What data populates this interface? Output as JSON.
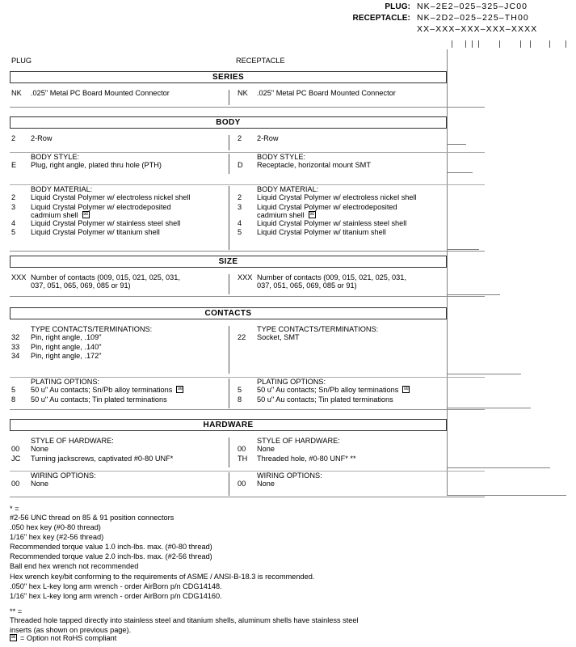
{
  "part_number_header": {
    "rows": [
      {
        "label": "PLUG:",
        "value": "NK–2E2–025–325–JC00"
      },
      {
        "label": "RECEPTACLE:",
        "value": "NK–2D2–025–225–TH00"
      },
      {
        "label": "",
        "value": "XX–XXX–XXX–XXX–XXXX"
      }
    ]
  },
  "column_captions": {
    "plug": "PLUG",
    "receptacle": "RECEPTACLE"
  },
  "rohs_symbol": "☒",
  "sections": [
    {
      "name": "series",
      "title": "SERIES",
      "groups": [
        {
          "name": "series-codes",
          "plug": {
            "title": "",
            "options": [
              {
                "code": "NK",
                "desc": ".025\" Metal PC Board Mounted Connector"
              }
            ]
          },
          "recep": {
            "title": "",
            "options": [
              {
                "code": "NK",
                "desc": ".025\" Metal PC Board Mounted Connector"
              }
            ]
          }
        }
      ]
    },
    {
      "name": "body",
      "title": "BODY",
      "groups": [
        {
          "name": "row-count",
          "plug": {
            "title": "",
            "options": [
              {
                "code": "2",
                "desc": "2-Row"
              }
            ]
          },
          "recep": {
            "title": "",
            "options": [
              {
                "code": "2",
                "desc": "2-Row"
              }
            ]
          }
        },
        {
          "name": "body-style",
          "plug": {
            "title": "BODY STYLE:",
            "options": [
              {
                "code": "E",
                "desc": "Plug, right angle, plated thru hole (PTH)"
              }
            ]
          },
          "recep": {
            "title": "BODY STYLE:",
            "options": [
              {
                "code": "D",
                "desc": "Receptacle, horizontal mount SMT"
              }
            ]
          }
        },
        {
          "name": "body-material",
          "plug": {
            "title": "BODY MATERIAL:",
            "options": [
              {
                "code": "2",
                "desc": "Liquid Crystal Polymer w/ electroless nickel shell"
              },
              {
                "code": "3",
                "desc": "Liquid Crystal Polymer w/ electrodeposited",
                "cont": "cadmium shell",
                "rohs": true
              },
              {
                "code": "4",
                "desc": "Liquid Crystal Polymer w/ stainless steel shell"
              },
              {
                "code": "5",
                "desc": "Liquid Crystal Polymer w/ titanium shell"
              }
            ]
          },
          "recep": {
            "title": "BODY MATERIAL:",
            "options": [
              {
                "code": "2",
                "desc": "Liquid Crystal Polymer w/ electroless nickel shell"
              },
              {
                "code": "3",
                "desc": "Liquid Crystal Polymer w/ electrodeposited",
                "cont": "cadmium shell",
                "rohs": true
              },
              {
                "code": "4",
                "desc": "Liquid Crystal Polymer w/ stainless steel shell"
              },
              {
                "code": "5",
                "desc": "Liquid Crystal Polymer w/ titanium shell"
              }
            ]
          }
        }
      ]
    },
    {
      "name": "size",
      "title": "SIZE",
      "groups": [
        {
          "name": "contact-count",
          "plug": {
            "title": "",
            "options": [
              {
                "code": "XXX",
                "desc": "Number of contacts (009, 015, 021, 025, 031,",
                "cont": "037, 051, 065, 069, 085 or 91)"
              }
            ]
          },
          "recep": {
            "title": "",
            "options": [
              {
                "code": "XXX",
                "desc": "Number of contacts (009, 015, 021, 025, 031,",
                "cont": "037, 051, 065, 069, 085 or 91)"
              }
            ]
          }
        }
      ]
    },
    {
      "name": "contacts",
      "title": "CONTACTS",
      "groups": [
        {
          "name": "type-contacts",
          "plug": {
            "title": "TYPE CONTACTS/TERMINATIONS:",
            "options": [
              {
                "code": "32",
                "desc": "Pin, right angle, .109\""
              },
              {
                "code": "33",
                "desc": "Pin, right angle, .140\""
              },
              {
                "code": "34",
                "desc": "Pin, right angle, .172\""
              }
            ]
          },
          "recep": {
            "title": "TYPE CONTACTS/TERMINATIONS:",
            "options": [
              {
                "code": "22",
                "desc": "Socket, SMT"
              }
            ]
          }
        },
        {
          "name": "plating-options",
          "plug": {
            "title": "PLATING OPTIONS:",
            "options": [
              {
                "code": "5",
                "desc": "50 u\" Au contacts; Sn/Pb alloy terminations",
                "rohs": true
              },
              {
                "code": "8",
                "desc": "50 u\" Au contacts; Tin plated terminations"
              }
            ]
          },
          "recep": {
            "title": "PLATING OPTIONS:",
            "options": [
              {
                "code": "5",
                "desc": "50 u\" Au contacts; Sn/Pb alloy terminations",
                "rohs": true
              },
              {
                "code": "8",
                "desc": "50 u\" Au contacts; Tin plated terminations"
              }
            ]
          }
        }
      ]
    },
    {
      "name": "hardware",
      "title": "HARDWARE",
      "groups": [
        {
          "name": "style-of-hardware",
          "plug": {
            "title": "STYLE OF HARDWARE:",
            "options": [
              {
                "code": "00",
                "desc": "None"
              },
              {
                "code": "JC",
                "desc": "Turning jackscrews, captivated #0-80 UNF*"
              }
            ]
          },
          "recep": {
            "title": "STYLE OF HARDWARE:",
            "options": [
              {
                "code": "00",
                "desc": "None"
              },
              {
                "code": "TH",
                "desc": "Threaded hole, #0-80 UNF*  **"
              }
            ]
          }
        },
        {
          "name": "wiring-options",
          "plug": {
            "title": "WIRING OPTIONS:",
            "options": [
              {
                "code": "00",
                "desc": "None"
              }
            ]
          },
          "recep": {
            "title": "WIRING OPTIONS:",
            "options": [
              {
                "code": "00",
                "desc": "None"
              }
            ]
          }
        }
      ]
    }
  ],
  "footnotes": [
    {
      "marker": "* =",
      "lines": [
        "#2-56 UNC thread on 85 & 91 position connectors",
        ".050 hex key (#0-80 thread)",
        "1/16\" hex key (#2-56 thread)",
        "Recommended torque value 1.0 inch-lbs. max. (#0-80 thread)",
        "Recommended torque value 2.0 inch-lbs. max. (#2-56 thread)",
        "Ball end hex wrench not recommended",
        "Hex wrench key/bit conforming to the requirements of ASME / ANSI-B-18.3 is recommended.",
        ".050\" hex L-key long arm wrench - order AirBorn p/n CDG14148.",
        "1/16\" hex L-key long arm wrench - order AirBorn p/n CDG14160."
      ]
    },
    {
      "marker": "** =",
      "lines": [
        "Threaded hole tapped directly into stainless steel and titanium shells, aluminum shells have stainless steel",
        "inserts (as shown on previous page)."
      ]
    }
  ],
  "rohs_legend": "= Option not RoHS compliant"
}
